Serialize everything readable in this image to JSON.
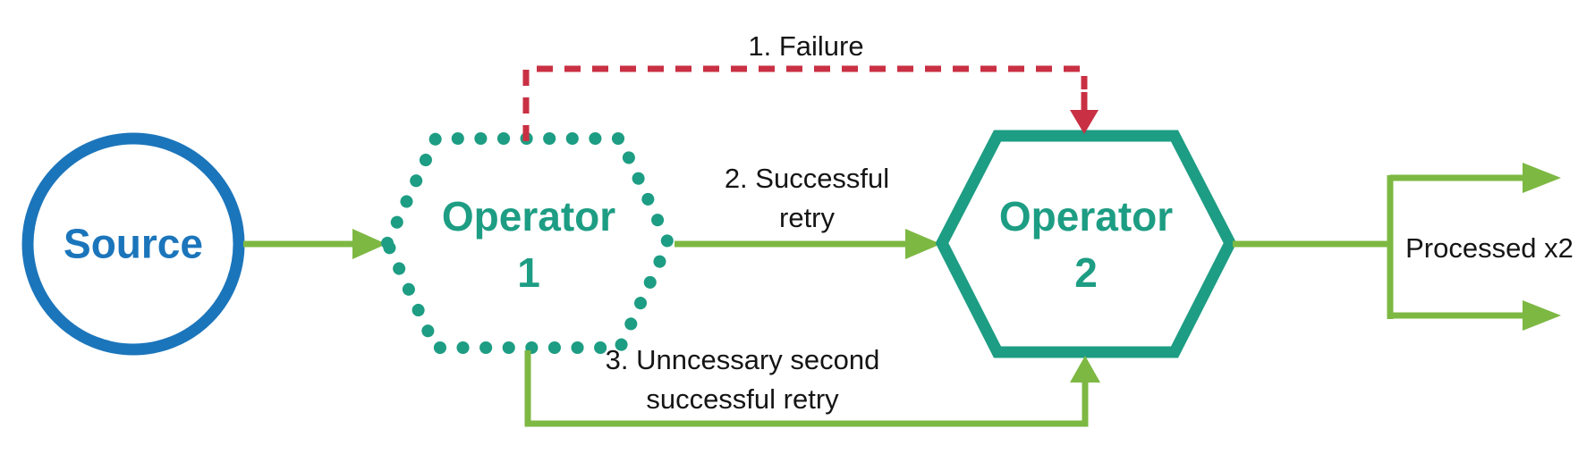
{
  "nodes": {
    "source": {
      "label": "Source"
    },
    "operator1": {
      "lines": [
        "Operator",
        "1"
      ]
    },
    "operator2": {
      "lines": [
        "Operator",
        "2"
      ]
    }
  },
  "edges": {
    "failure": {
      "lines": [
        "1. Failure"
      ]
    },
    "successful_retry": {
      "lines": [
        "2. Successful",
        "retry"
      ]
    },
    "unnecessary_retry": {
      "lines": [
        "3. Unncessary second",
        "successful retry"
      ]
    },
    "processed_output": {
      "lines": [
        "Processed x2"
      ]
    }
  },
  "colors": {
    "source-blue": "#1b75bb",
    "operator-teal": "#1d9d83",
    "flow-green": "#7db843",
    "failure-red": "#c93043",
    "label-text": "#151515"
  }
}
